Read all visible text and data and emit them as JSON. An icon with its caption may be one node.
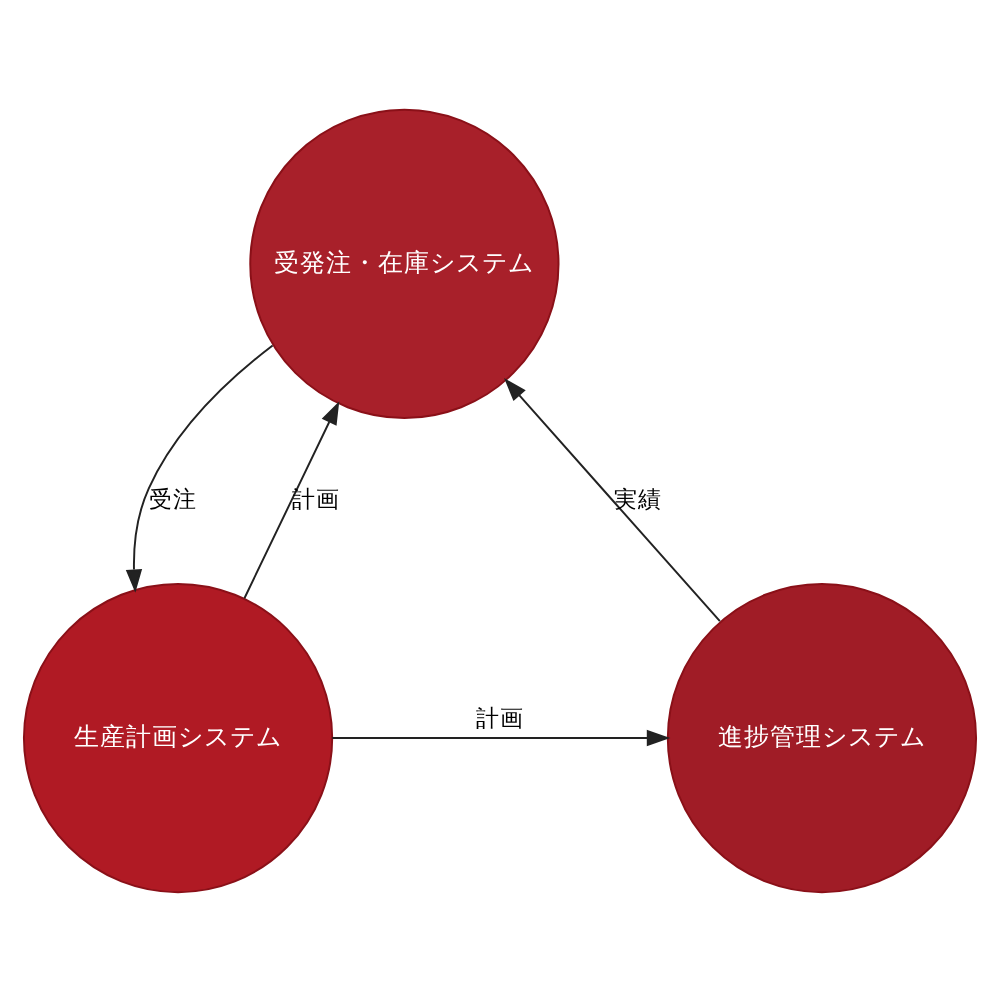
{
  "diagram": {
    "nodes": [
      {
        "text": [
          "受発注・在庫システム"
        ]
      },
      {
        "text": [
          "生産計画システム"
        ]
      },
      {
        "text": [
          "進捗管理システム"
        ]
      }
    ],
    "edges": [
      {
        "from": 0,
        "to": 1,
        "arrow": "to",
        "label": "受注"
      },
      {
        "from": 1,
        "to": 0,
        "arrow": "to",
        "label": "計画"
      },
      {
        "from": 2,
        "to": 0,
        "arrow": "to",
        "label": "実績"
      },
      {
        "from": 1,
        "to": 2,
        "arrow": "to",
        "label": "計画"
      }
    ]
  }
}
